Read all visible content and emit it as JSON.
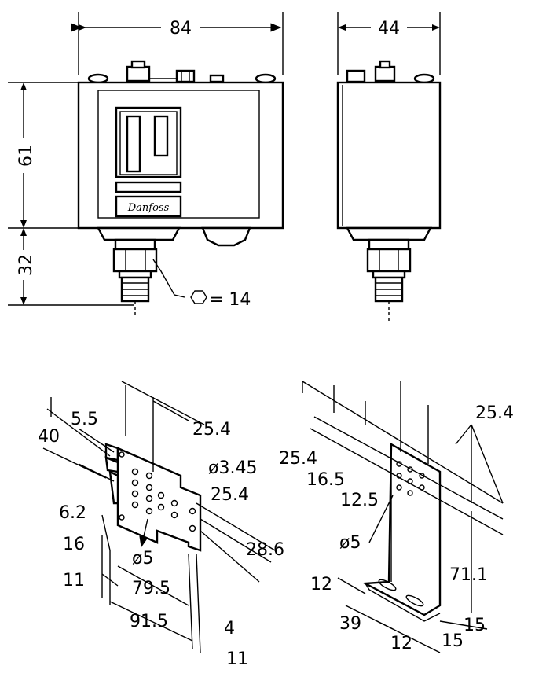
{
  "top_views": {
    "front": {
      "width": "84",
      "height": "61",
      "fitting_height": "32",
      "hex_symbol": "⬡",
      "hex_label": "= 14",
      "logo": "Danfoss"
    },
    "side": {
      "width": "44"
    }
  },
  "bracket_flat": {
    "labels": [
      "5.5",
      "40",
      "25.4",
      "ø3.45",
      "25.4",
      "6.2",
      "16",
      "28.6",
      "ø5",
      "11",
      "79.5",
      "91.5",
      "4",
      "11"
    ]
  },
  "bracket_angle": {
    "labels": [
      "25.4",
      "25.4",
      "16.5",
      "12.5",
      "ø5",
      "71.1",
      "12",
      "39",
      "12",
      "15",
      "15"
    ]
  }
}
